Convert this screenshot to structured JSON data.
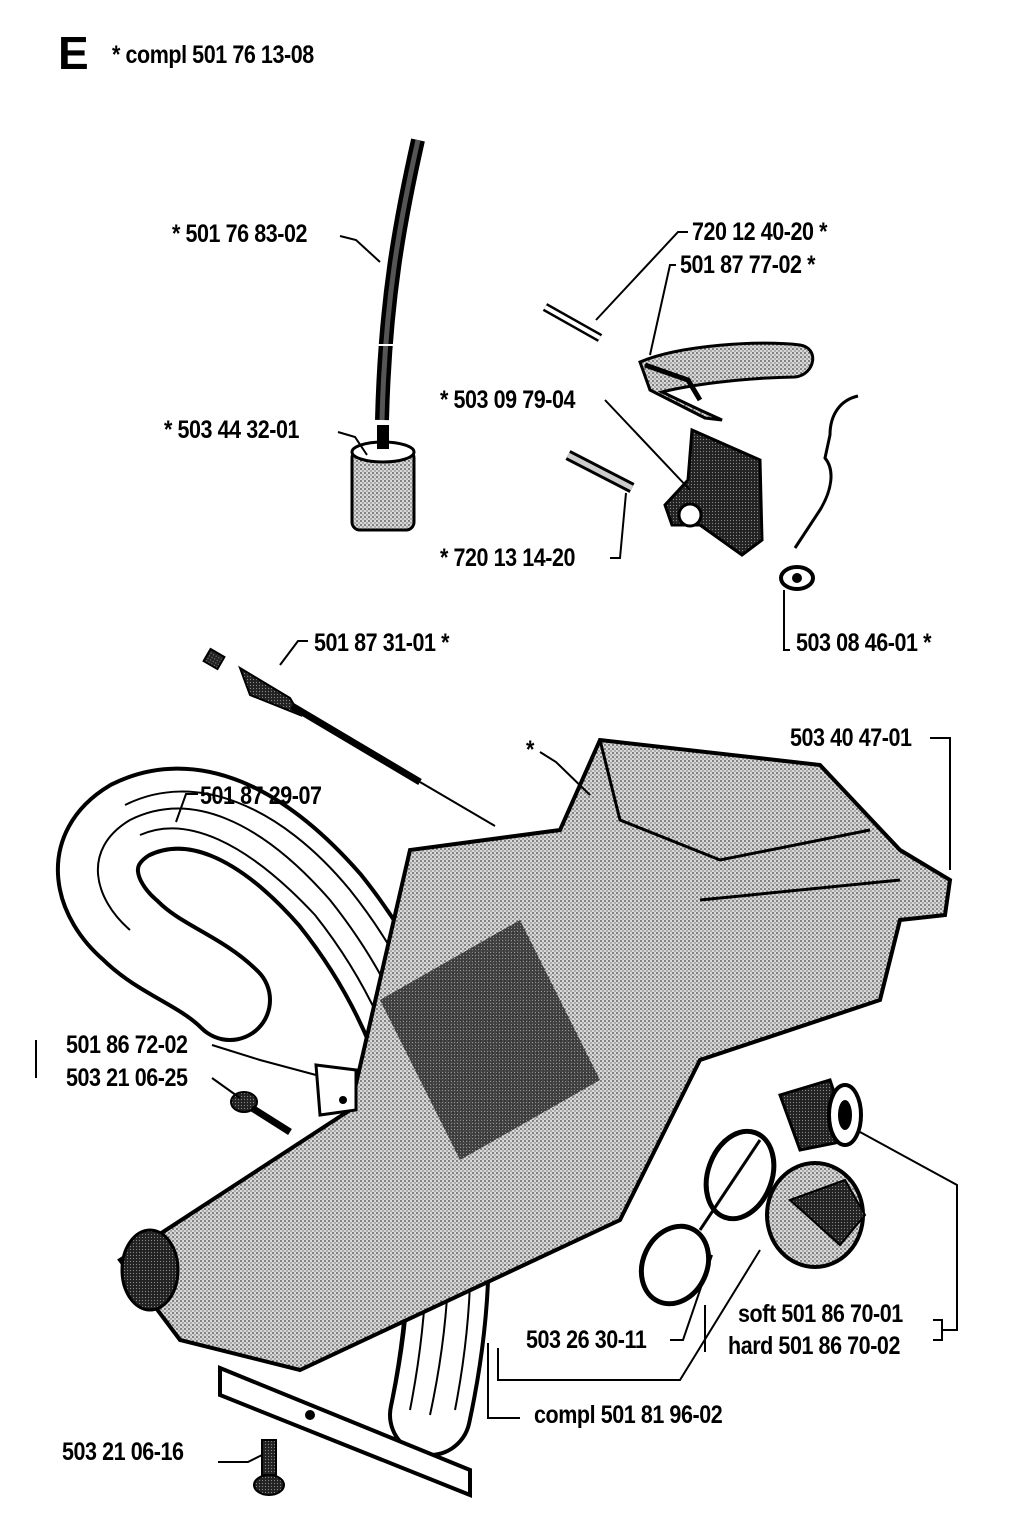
{
  "header": {
    "section_letter": "E",
    "assembly": "* compl 501 76 13-08"
  },
  "callouts": [
    {
      "id": "hose",
      "text": "* 501 76 83-02"
    },
    {
      "id": "pin-top",
      "text": "720 12 40-20  *"
    },
    {
      "id": "lever",
      "text": "501 87 77-02  *"
    },
    {
      "id": "plate",
      "text": "* 503 09 79-04"
    },
    {
      "id": "filter",
      "text": "* 503 44 32-01"
    },
    {
      "id": "pin-low",
      "text": "* 720 13 14-20"
    },
    {
      "id": "washer",
      "text": "503 08 46-01  *"
    },
    {
      "id": "rod",
      "text": "501 87 31-01  *"
    },
    {
      "id": "tank",
      "text": "503 40 47-01"
    },
    {
      "id": "star",
      "text": "*"
    },
    {
      "id": "handle",
      "text": "501 87 29-07"
    },
    {
      "id": "bolt1",
      "text": "501 86 72-02"
    },
    {
      "id": "screw1",
      "text": "503 21 06-25"
    },
    {
      "id": "cap-soft",
      "text": "soft 501 86 70-01"
    },
    {
      "id": "cap-hard",
      "text": "hard 501 86 70-02"
    },
    {
      "id": "oring",
      "text": "503 26 30-11"
    },
    {
      "id": "compl",
      "text": "compl 501 81 96-02"
    },
    {
      "id": "screw2",
      "text": "503 21 06-16"
    }
  ]
}
